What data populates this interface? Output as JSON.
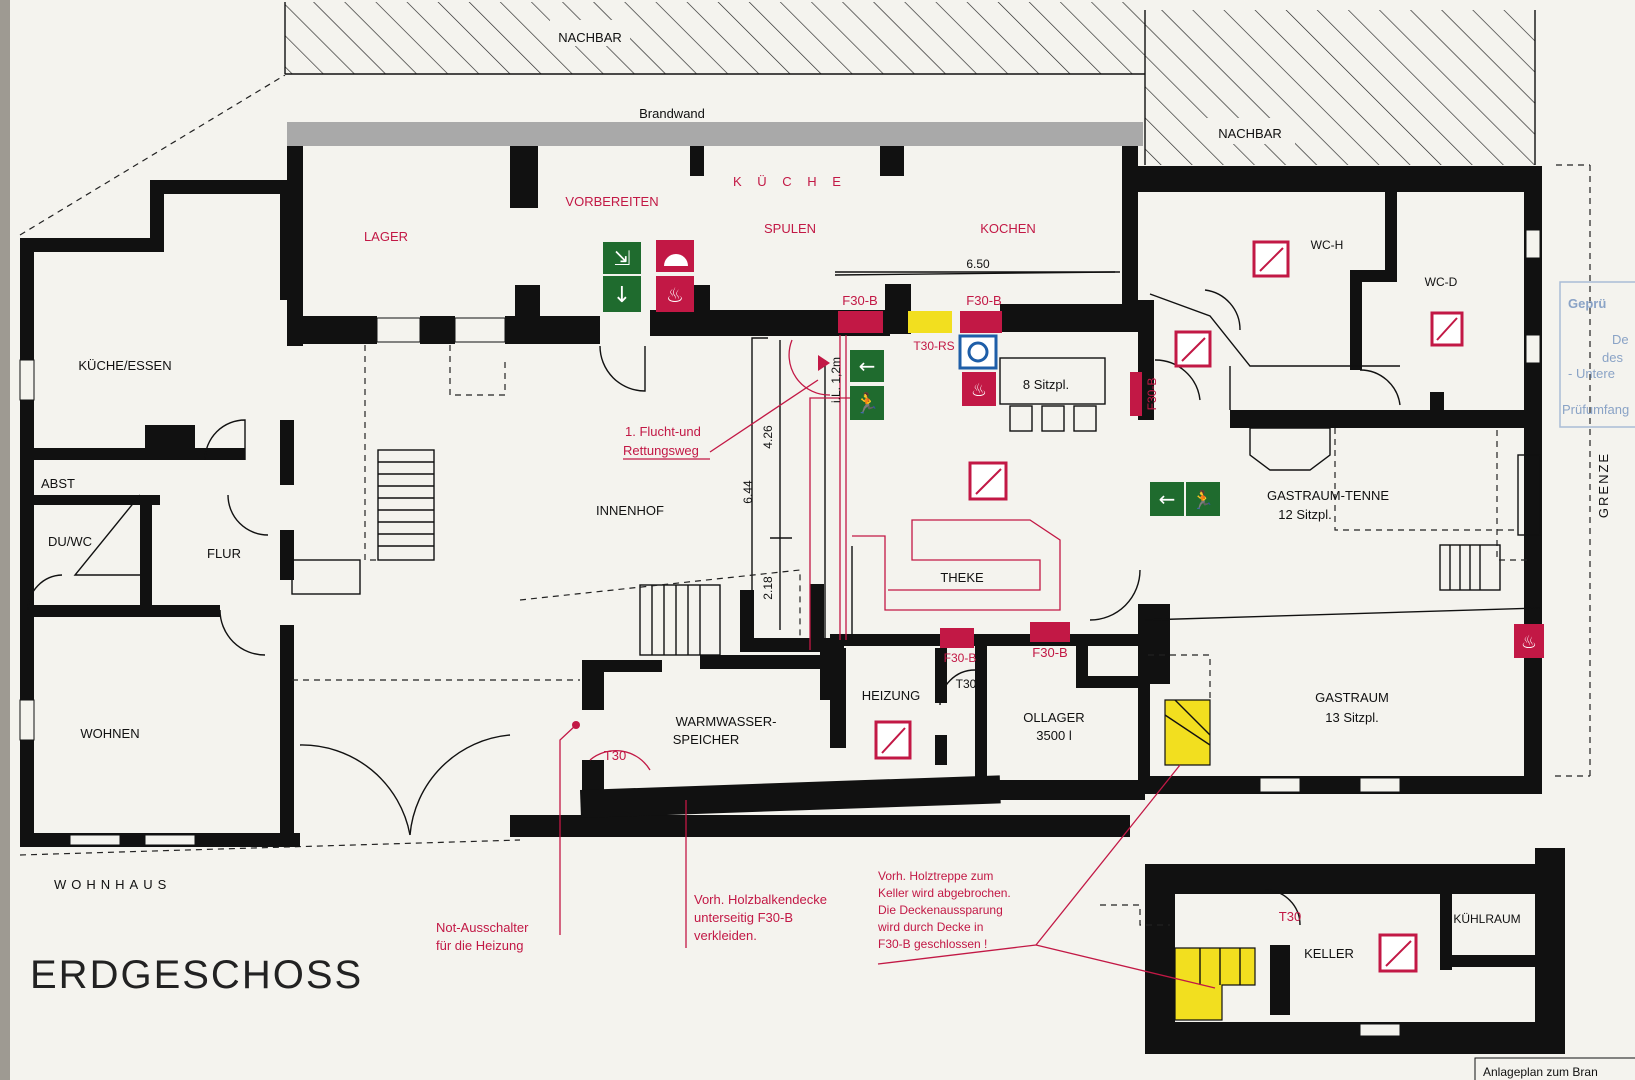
{
  "plan": {
    "title": "ERDGESCHOSS",
    "neighbours": {
      "top": "NACHBAR",
      "right": "NACHBAR"
    },
    "brandwand": "Brandwand",
    "grenze": "GRENZE",
    "wohnhaus": "WOHNHAUS",
    "kueche_header": "K Ü C H E",
    "rooms": {
      "lager": "LAGER",
      "vorbereiten": "VORBEREITEN",
      "spulen": "SPULEN",
      "kochen": "KOCHEN",
      "kueche_essen": "KÜCHE/ESSEN",
      "abst": "ABST",
      "du_wc": "DU/WC",
      "flur": "FLUR",
      "wohnen": "WOHNEN",
      "innenhof": "INNENHOF",
      "wc_h": "WC-H",
      "wc_d": "WC-D",
      "gastraum_tenne_1": "GASTRAUM-TENNE",
      "gastraum_tenne_2": "12 Sitzpl.",
      "theke": "THEKE",
      "warmwasser_1": "WARMWASSER-",
      "warmwasser_2": "SPEICHER",
      "heizung": "HEIZUNG",
      "ollager_1": "OLLAGER",
      "ollager_2": "3500 l",
      "gastraum_1": "GASTRAUM",
      "gastraum_2": "13 Sitzpl.",
      "sitzpl_8": "8 Sitzpl.",
      "keller": "KELLER",
      "kuhlraum": "KÜHLRAUM"
    },
    "dimensions": {
      "d650": "6.50",
      "d426": "4.26",
      "d644": "6.44",
      "d218": "2.18"
    },
    "fire_ratings": {
      "f30b_1": "F30-B",
      "f30b_2": "F30-B",
      "f30b_3": "F30-B",
      "f30b_4": "F30-B",
      "f30b_5": "F30-B",
      "t30rs": "T30-RS",
      "t30_heizung": "T30",
      "t30_ww": "T30",
      "t30_keller": "T30",
      "il": "i.L. 1,2m"
    },
    "notes": {
      "flucht_1": "1. Flucht-und",
      "flucht_2": "Rettungsweg",
      "notaus_1": "Not-Ausschalter",
      "notaus_2": "für die Heizung",
      "holz_1": "Vorh. Holzbalkendecke",
      "holz_2": "unterseitig F30-B",
      "holz_3": "verkleiden.",
      "treppe_1": "Vorh. Holztreppe zum",
      "treppe_2": "Keller wird abgebrochen.",
      "treppe_3": "Die Deckenaussparung",
      "treppe_4": "wird durch Decke in",
      "treppe_5": "F30-B geschlossen !"
    },
    "stamp": {
      "l1": "Geprü",
      "l2": "De",
      "l3": "des",
      "l4": "- Untere",
      "l5": "Prüfumfang"
    },
    "footer": "Anlageplan zum Bran"
  },
  "colors": {
    "wall": "#111111",
    "fire_red": "#c21845",
    "exit_green": "#1f6b2e",
    "warning_yellow": "#f2df1f",
    "brandwand_grey": "#a9a9a9"
  },
  "icons": [
    "exit-sign-icon",
    "fire-extinguisher-icon",
    "fire-alarm-icon",
    "smoke-vent-icon",
    "door-closer-icon"
  ]
}
